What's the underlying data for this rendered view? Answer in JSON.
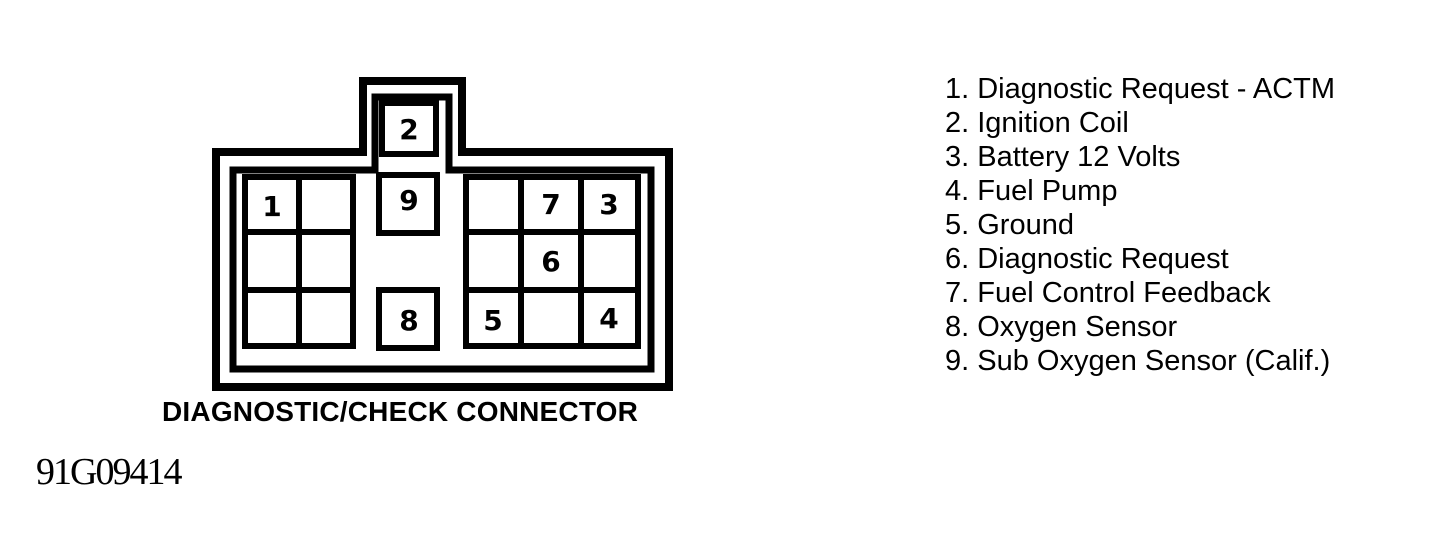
{
  "connector": {
    "caption": "DIAGNOSTIC/CHECK CONNECTOR",
    "pins": [
      "1",
      "2",
      "3",
      "4",
      "5",
      "6",
      "7",
      "8",
      "9"
    ]
  },
  "figure_id": "91G09414",
  "legend": [
    {
      "text": "1. Diagnostic Request  -  ACTM"
    },
    {
      "text": "2. Ignition Coil"
    },
    {
      "text": "3. Battery 12 Volts"
    },
    {
      "text": "4. Fuel Pump"
    },
    {
      "text": "5. Ground"
    },
    {
      "text": "6. Diagnostic Request"
    },
    {
      "text": "7. Fuel Control Feedback"
    },
    {
      "text": "8. Oxygen Sensor"
    },
    {
      "text": "9. Sub Oxygen Sensor (Calif.)"
    }
  ]
}
